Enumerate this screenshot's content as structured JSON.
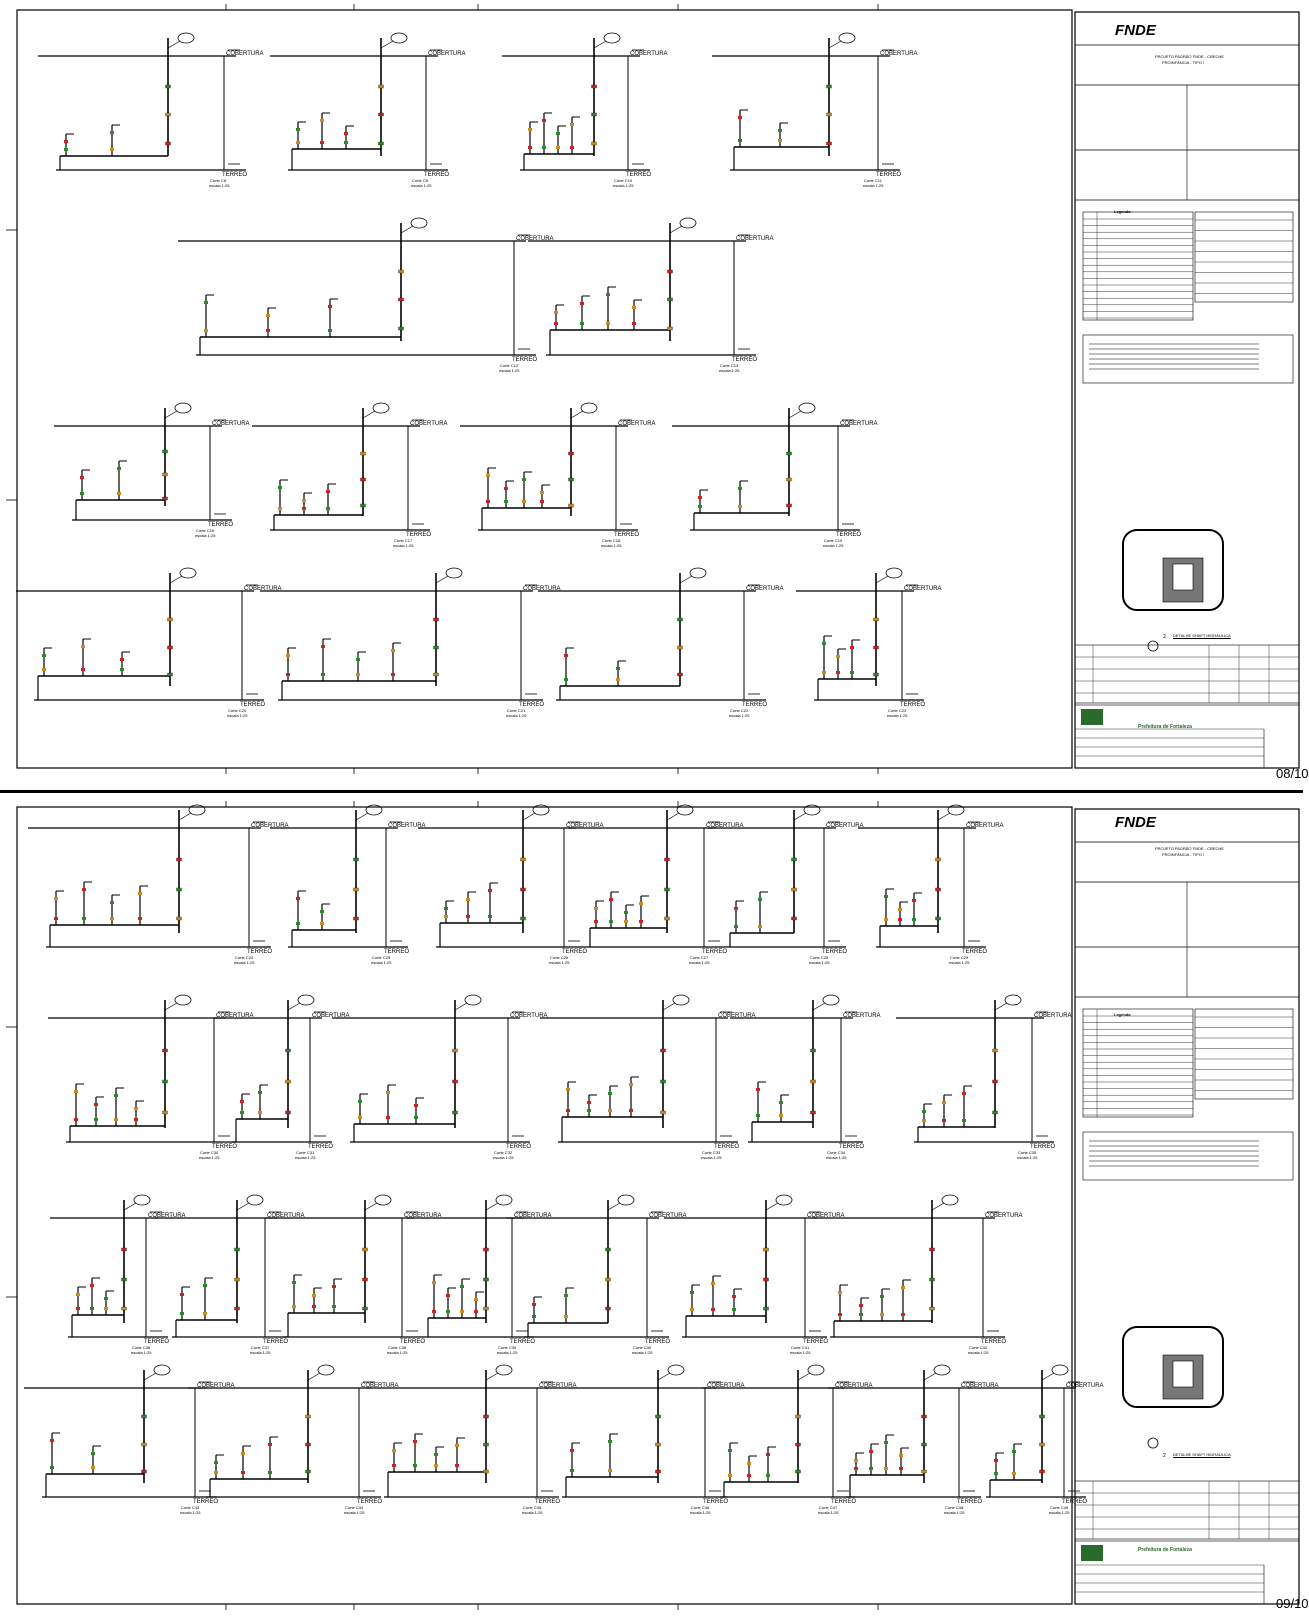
{
  "labels": {
    "cobertura": "COBERTURA",
    "terreo": "TERREO",
    "scale": "escala 1:25"
  },
  "sheets": [
    {
      "id": "s1",
      "sheet_number": "08/10",
      "cuts": [
        {
          "label": "Corte C8"
        },
        {
          "label": "Corte C9"
        },
        {
          "label": "Corte C10"
        },
        {
          "label": "Corte C11"
        },
        {
          "label": "Corte C12"
        },
        {
          "label": "Corte C13"
        },
        {
          "label": "Corte C16"
        },
        {
          "label": "Corte C17"
        },
        {
          "label": "Corte C18"
        },
        {
          "label": "Corte C19"
        },
        {
          "label": "Corte C20"
        },
        {
          "label": "Corte C21"
        },
        {
          "label": "Corte C22"
        },
        {
          "label": "Corte C23"
        }
      ]
    },
    {
      "id": "s2",
      "sheet_number": "09/10",
      "cuts": [
        {
          "label": "Corte C24"
        },
        {
          "label": "Corte C25"
        },
        {
          "label": "Corte C26"
        },
        {
          "label": "Corte C27"
        },
        {
          "label": "Corte C28"
        },
        {
          "label": "Corte C29"
        },
        {
          "label": "Corte C30"
        },
        {
          "label": "Corte C31"
        },
        {
          "label": "Corte C32"
        },
        {
          "label": "Corte C33"
        },
        {
          "label": "Corte C34"
        },
        {
          "label": "Corte C35"
        },
        {
          "label": "Corte C36"
        },
        {
          "label": "Corte C37"
        },
        {
          "label": "Corte C38"
        },
        {
          "label": "Corte C39"
        },
        {
          "label": "Corte C40"
        },
        {
          "label": "Corte C41"
        },
        {
          "label": "Corte C42"
        },
        {
          "label": "Corte C43"
        },
        {
          "label": "Corte C44"
        },
        {
          "label": "Corte C45"
        },
        {
          "label": "Corte C46"
        },
        {
          "label": "Corte C47"
        },
        {
          "label": "Corte C48"
        },
        {
          "label": "Corte C49"
        }
      ]
    }
  ],
  "title_block": {
    "logo": "FNDE",
    "project_lines": [
      "PROJETO PADRÃO FNDE - CRECHE",
      "PROINFÂNCIA - TIPO I"
    ],
    "legend_heading": "Legenda",
    "detail_title": "DETALHE SHAFT HIDRÁULICA",
    "detail_number": "2",
    "partner_logo": "Prefeitura de Fortaleza"
  },
  "colors": {
    "line": "#000000",
    "fixture_red": "#cc2222",
    "fixture_green": "#2a8a2a",
    "fixture_orange": "#d08a1a"
  }
}
